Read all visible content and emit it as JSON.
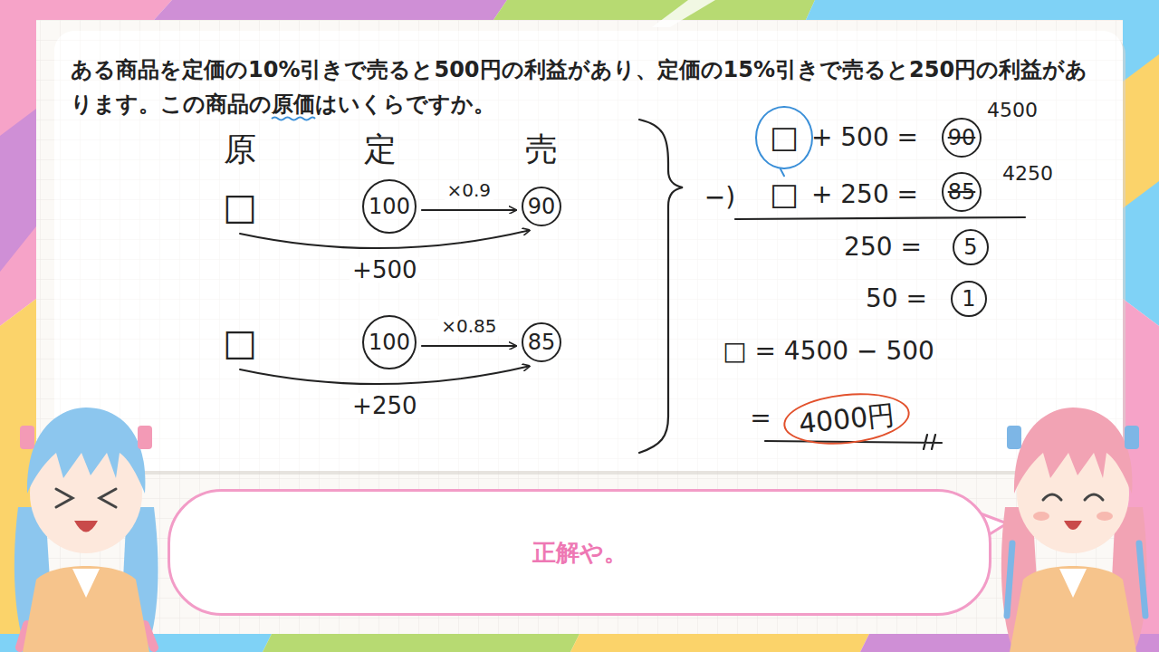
{
  "diagram": {
    "title": "ある商品を定価の10%引きで売ると500円の利益があり、定価の15%引きで売ると250円の利益があります。この商品の原価はいくらですか。",
    "nodes": [
      {
        "text": [
          "□"
        ]
      },
      {
        "text": [
          "100"
        ]
      },
      {
        "text": [
          "90"
        ]
      },
      {
        "text": [
          "□"
        ]
      },
      {
        "text": [
          "100"
        ]
      },
      {
        "text": [
          "85"
        ]
      },
      {
        "text": [
          "□"
        ]
      },
      {
        "text": [
          "90"
        ]
      },
      {
        "text": [
          "□"
        ]
      },
      {
        "text": [
          "85"
        ]
      },
      {
        "text": [
          "5"
        ]
      },
      {
        "text": [
          "1"
        ]
      },
      {
        "text": [
          "4000円"
        ]
      },
      {
        "text": [
          "正解や。"
        ]
      }
    ],
    "edges": [
      {
        "from": 0,
        "to": 2,
        "label": "+500",
        "arrow": "to"
      },
      {
        "from": 1,
        "to": 2,
        "label": "×0.9",
        "arrow": "to"
      },
      {
        "from": 3,
        "to": 5,
        "label": "+250",
        "arrow": "to"
      },
      {
        "from": 4,
        "to": 5,
        "label": "×0.85",
        "arrow": "to"
      },
      {
        "from": 6,
        "to": 8,
        "arrow": "none"
      }
    ],
    "labels": [
      "原",
      "定",
      "売",
      "4500",
      "+ 500 =",
      "−)",
      "+ 250 =",
      "4250",
      "250 =",
      "50 =",
      "□ = 4500 − 500",
      "="
    ]
  }
}
